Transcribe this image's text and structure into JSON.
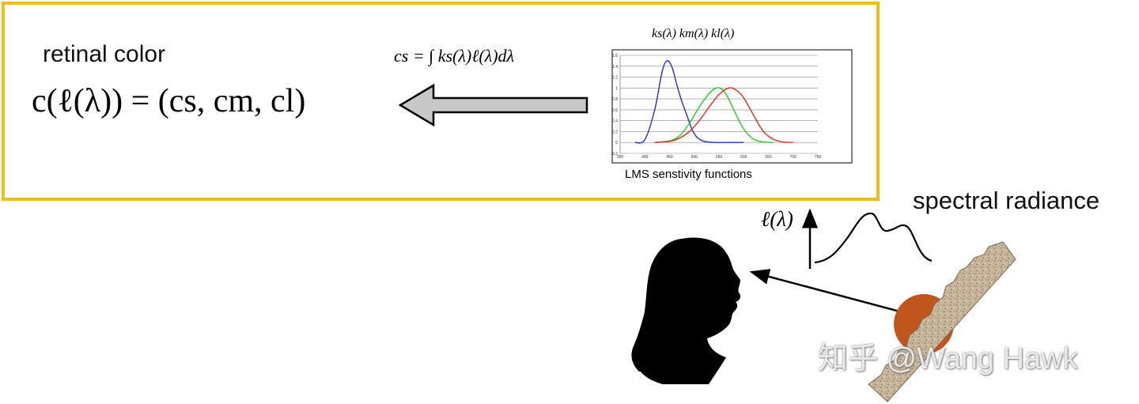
{
  "diagram": {
    "retinal_label": "retinal color",
    "retinal_equation": "c(ℓ(λ)) = (cs, cm, cl)",
    "integral_equation": "cs = ∫ ks(λ)ℓ(λ)dλ",
    "chart_header": "ks(λ)  km(λ)  kl(λ)",
    "chart_caption": "LMS senstivity functions",
    "spectral_label": "spectral radiance",
    "ell_label": "ℓ(λ)",
    "watermark": "知乎 @Wang Hawk"
  },
  "colors": {
    "frame": "#f2bc1b",
    "s_curve": "#1f2fd0",
    "m_curve": "#22cc22",
    "l_curve": "#dd2a1e",
    "arrow_fill": "#c8c8c8",
    "object_orange": "#c0561c",
    "gravel": "#c7b59a"
  },
  "icons": [
    "person-silhouette-icon",
    "gravel-surface-icon"
  ],
  "chart_data": {
    "type": "line",
    "xlim": [
      350,
      750
    ],
    "ylim": [
      -0.2,
      1.6
    ],
    "x_ticks": [
      350,
      400,
      450,
      500,
      550,
      600,
      650,
      700,
      750
    ],
    "y_ticks": [
      -0.2,
      0,
      0.2,
      0.4,
      0.6,
      0.8,
      1,
      1.2,
      1.4,
      1.6
    ],
    "grid": "horizontal",
    "series": [
      {
        "color": "#1f2fd0",
        "x": [
          380,
          400,
          420,
          435,
          445,
          455,
          465,
          475,
          485,
          495,
          505,
          520,
          540,
          560,
          580,
          600
        ],
        "values": [
          0,
          0.05,
          0.6,
          1.3,
          1.5,
          1.38,
          1.05,
          0.75,
          0.5,
          0.25,
          0.1,
          0.02,
          0,
          0,
          0,
          0
        ]
      },
      {
        "color": "#22cc22",
        "x": [
          420,
          450,
          470,
          490,
          510,
          530,
          545,
          555,
          565,
          580,
          600,
          620,
          640,
          660
        ],
        "values": [
          0,
          0.03,
          0.12,
          0.35,
          0.65,
          0.9,
          1,
          0.98,
          0.88,
          0.6,
          0.25,
          0.06,
          0.01,
          0
        ]
      },
      {
        "color": "#dd2a1e",
        "x": [
          420,
          450,
          470,
          490,
          510,
          530,
          550,
          570,
          585,
          600,
          620,
          640,
          660,
          680,
          700
        ],
        "values": [
          0,
          0.02,
          0.08,
          0.2,
          0.4,
          0.65,
          0.88,
          1,
          0.96,
          0.82,
          0.5,
          0.2,
          0.06,
          0.01,
          0
        ]
      }
    ]
  }
}
